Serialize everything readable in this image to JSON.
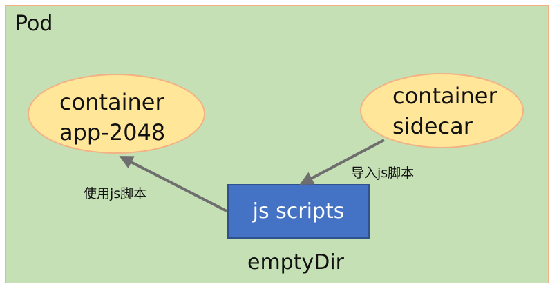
{
  "pod": {
    "title": "Pod"
  },
  "nodes": {
    "app_container": {
      "line1": "container",
      "line2": "app-2048"
    },
    "sidecar_container": {
      "line1": "container",
      "line2": "sidecar"
    },
    "scripts": {
      "label": "js scripts",
      "caption": "emptyDir"
    }
  },
  "edges": {
    "use_scripts": "使用js脚本",
    "import_scripts": "导入js脚本"
  },
  "colors": {
    "pod_fill": "#c5e0b4",
    "pod_border": "#f4b183",
    "container_fill": "#ffe699",
    "container_border": "#f4b183",
    "box_fill": "#4472c4",
    "arrow": "#6e6e6e"
  }
}
